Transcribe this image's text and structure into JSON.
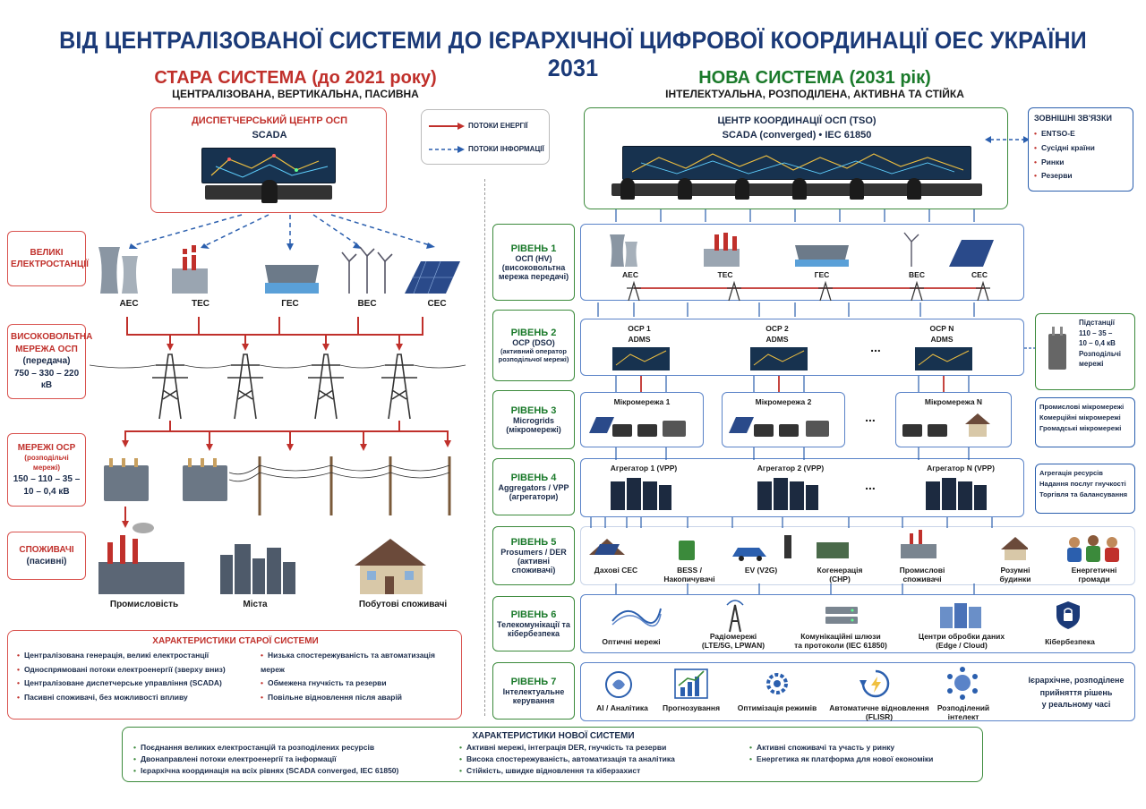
{
  "title": "ВІД ЦЕНТРАЛІЗОВАНОЇ СИСТЕМИ ДО ІЄРАРХІЧНОЇ ЦИФРОВОЇ КООРДИНАЦІЇ ОЕС УКРАЇНИ 2031",
  "old": {
    "title": "СТАРА СИСТЕМА (до 2021 року)",
    "subtitle": "ЦЕНТРАЛІЗОВАНА, ВЕРТИКАЛЬНА, ПАСИВНА",
    "dispatch_title": "ДИСПЕТЧЕРСЬКИЙ ЦЕНТР ОСП",
    "dispatch_sub": "SCADA",
    "labels": {
      "big_line1": "ВЕЛИКІ",
      "big_line2": "ЕЛЕКТРОСТАНЦІЇ",
      "hv_line1": "ВИСОКОВОЛЬТНА",
      "hv_line2": "МЕРЕЖА ОСП",
      "hv_line3": "(передача)",
      "hv_line4": "750 – 330 – 220 кВ",
      "dso_line1": "МЕРЕЖІ ОСР",
      "dso_line2": "(розподільчі мережі)",
      "dso_line3": "150 – 110 – 35 –",
      "dso_line4": "10 – 0,4 кВ",
      "cons_line1": "СПОЖИВАЧІ",
      "cons_line2": "(пасивні)"
    },
    "plants": [
      "АЕС",
      "ТЕС",
      "ГЕС",
      "ВЕС",
      "СЕС"
    ],
    "consumers": [
      "Промисловість",
      "Міста",
      "Побутові споживачі"
    ],
    "char_title": "ХАРАКТЕРИСТИКИ СТАРОЇ СИСТЕМИ",
    "char_left": [
      "Централізована генерація, великі електростанції",
      "Односпрямовані потоки електроенергії (зверху вниз)",
      "Централізоване диспетчерське управління (SCADA)",
      "Пасивні споживачі, без можливості впливу"
    ],
    "char_right": [
      "Низька спостережуваність та автоматизація мереж",
      "Обмежена гнучкість та резерви",
      "Повільне відновлення після аварій"
    ]
  },
  "legend": {
    "energy": "ПОТОКИ ЕНЕРГІЇ",
    "info": "ПОТОКИ ІНФОРМАЦІЇ"
  },
  "new": {
    "title": "НОВА СИСТЕМА (2031 рік)",
    "subtitle": "ІНТЕЛЕКТУАЛЬНА, РОЗПОДІЛЕНА, АКТИВНА ТА СТІЙКА",
    "center_title": "ЦЕНТР КООРДИНАЦІЇ ОСП (TSO)",
    "center_sub": "SCADA (converged)  •  IEC 61850",
    "external_title": "ЗОВНІШНІ ЗВ'ЯЗКИ",
    "external": [
      "ENTSO-E",
      "Сусідні країни",
      "Ринки",
      "Резерви"
    ],
    "levels": [
      {
        "h": "РІВЕНЬ 1",
        "l1": "ОСП (HV)",
        "l2": "(високовольтна",
        "l3": "мережа передачі)"
      },
      {
        "h": "РІВЕНЬ 2",
        "l1": "ОСР (DSO)",
        "l2": "(активний оператор",
        "l3": "розподільчої мережі)"
      },
      {
        "h": "РІВЕНЬ 3",
        "l1": "Microgrids",
        "l2": "(мікромережі)",
        "l3": ""
      },
      {
        "h": "РІВЕНЬ 4",
        "l1": "Aggregators / VPP",
        "l2": "(агрегатори)",
        "l3": ""
      },
      {
        "h": "РІВЕНЬ 5",
        "l1": "Prosumers / DER",
        "l2": "(активні споживачі)",
        "l3": ""
      },
      {
        "h": "РІВЕНЬ 6",
        "l1": "Телекомунікації та",
        "l2": "кібербезпека",
        "l3": ""
      },
      {
        "h": "РІВЕНЬ 7",
        "l1": "Інтелектуальне",
        "l2": "керування",
        "l3": ""
      }
    ],
    "l1_plants": [
      "АЕС",
      "ТЕС",
      "ГЕС",
      "ВЕС",
      "СЕС"
    ],
    "l2_ops": [
      {
        "n": "ОСР 1",
        "s": "ADMS"
      },
      {
        "n": "ОСР 2",
        "s": "ADMS"
      },
      {
        "n": "ОСР N",
        "s": "ADMS"
      }
    ],
    "l2_side": [
      "Підстанції",
      "110 – 35 –",
      "10 – 0,4 кВ",
      "Розподільчі",
      "мережі"
    ],
    "l3_grids": [
      "Мікромережа 1",
      "Мікромережа 2",
      "Мікромережа N"
    ],
    "l3_side": [
      "Промислові мікромережі",
      "Комерційні мікромережі",
      "Громадські мікромережі"
    ],
    "l4_aggs": [
      "Агрегатор 1 (VPP)",
      "Агрегатор 2 (VPP)",
      "Агрегатор N (VPP)"
    ],
    "l4_side": [
      "Агрегація ресурсів",
      "Надання послуг гнучкості",
      "Торгівля та балансування"
    ],
    "l5_items": [
      {
        "a": "Дахові СЕС",
        "b": ""
      },
      {
        "a": "BESS /",
        "b": "Накопичувачі"
      },
      {
        "a": "EV (V2G)",
        "b": ""
      },
      {
        "a": "Когенерація",
        "b": "(CHP)"
      },
      {
        "a": "Промислові",
        "b": "споживачі"
      },
      {
        "a": "Розумні",
        "b": "будинки"
      },
      {
        "a": "Енергетичні",
        "b": "громади"
      }
    ],
    "l6_items": [
      {
        "a": "Оптичні мережі",
        "b": ""
      },
      {
        "a": "Радіомережі",
        "b": "(LTE/5G, LPWAN)"
      },
      {
        "a": "Комунікаційні шлюзи",
        "b": "та протоколи (IEC 61850)"
      },
      {
        "a": "Центри обробки даних",
        "b": "(Edge / Cloud)"
      },
      {
        "a": "Кібербезпека",
        "b": ""
      }
    ],
    "l7_items": [
      {
        "a": "AI / Аналітика",
        "b": ""
      },
      {
        "a": "Прогнозування",
        "b": ""
      },
      {
        "a": "Оптимізація режимів",
        "b": ""
      },
      {
        "a": "Автоматичне відновлення",
        "b": "(FLISR)"
      },
      {
        "a": "Розподілений",
        "b": "інтелект"
      }
    ],
    "l7_note": [
      "Ієрархічне, розподілене",
      "прийняття рішень",
      "у реальному часі"
    ],
    "dots": "...",
    "char_title": "ХАРАКТЕРИСТИКИ НОВОЇ СИСТЕМИ",
    "char_col1": [
      "Поєднання великих електростанцій та розподілених ресурсів",
      "Двонаправлені потоки електроенергії та інформації",
      "Ієрархічна координація на всіх рівнях (SCADA converged, IEC 61850)"
    ],
    "char_col2": [
      "Активні мережі, інтеграція DER, гнучкість та резерви",
      "Висока спостережуваність, автоматизація та аналітика",
      "Стійкість, швидке відновлення та кіберзахист"
    ],
    "char_col3": [
      "Активні споживачі та участь у ринку",
      "Енергетика як платформа для нової економіки"
    ]
  },
  "colors": {
    "red": "#c0302b",
    "green": "#1b7a2b",
    "blue": "#1b3a78",
    "accent_blue": "#2b5fae"
  }
}
